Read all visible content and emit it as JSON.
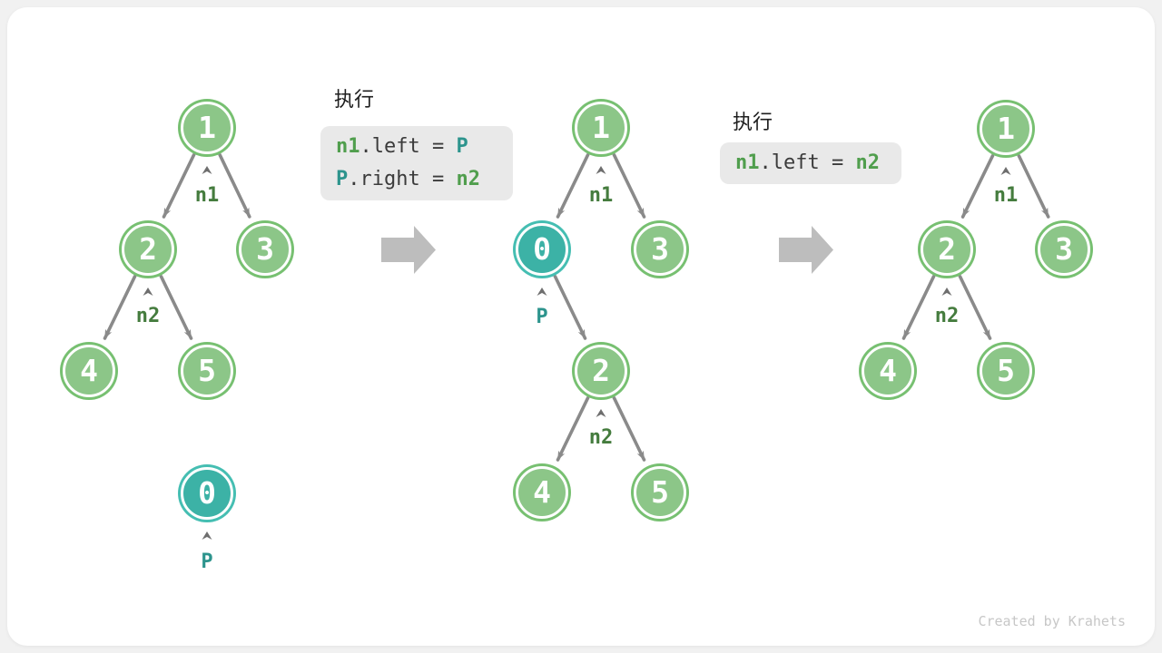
{
  "footer": {
    "credit": "Created by Krahets"
  },
  "colors": {
    "node_green_fill": "#8cc688",
    "node_green_ring": "#77c071",
    "node_teal_fill": "#3cb2a6",
    "node_teal_ring": "#45beb2",
    "edge_gray": "#8a8a8a",
    "caret_gray": "#6e6e6e",
    "label_green": "#457c3e",
    "label_teal": "#2d948d",
    "code_green": "#509e4d",
    "code_teal": "#2d948d",
    "code_background": "#e9e9e9",
    "transition_arrow": "#bdbdbd"
  },
  "code_blocks": [
    {
      "title": "执行",
      "lines": [
        {
          "tokens": [
            {
              "text": "n1"
            },
            {
              "text": ".left = "
            },
            {
              "text": "P"
            }
          ]
        },
        {
          "tokens": [
            {
              "text": "P"
            },
            {
              "text": ".right = "
            },
            {
              "text": "n2"
            }
          ]
        }
      ]
    },
    {
      "title": "执行",
      "lines": [
        {
          "tokens": [
            {
              "text": "n1"
            },
            {
              "text": ".left = "
            },
            {
              "text": "n2"
            }
          ]
        }
      ]
    }
  ],
  "trees": [
    {
      "name": "before-insertion",
      "nodes": [
        {
          "value": "1"
        },
        {
          "value": "2"
        },
        {
          "value": "3"
        },
        {
          "value": "4"
        },
        {
          "value": "5"
        },
        {
          "value": "0"
        }
      ],
      "pointers": [
        {
          "label": "n1"
        },
        {
          "label": "n2"
        },
        {
          "label": "P"
        }
      ]
    },
    {
      "name": "after-insertion",
      "nodes": [
        {
          "value": "1"
        },
        {
          "value": "0"
        },
        {
          "value": "3"
        },
        {
          "value": "2"
        },
        {
          "value": "4"
        },
        {
          "value": "5"
        }
      ],
      "pointers": [
        {
          "label": "n1"
        },
        {
          "label": "P"
        },
        {
          "label": "n2"
        }
      ]
    },
    {
      "name": "after-removal",
      "nodes": [
        {
          "value": "1"
        },
        {
          "value": "2"
        },
        {
          "value": "3"
        },
        {
          "value": "4"
        },
        {
          "value": "5"
        }
      ],
      "pointers": [
        {
          "label": "n1"
        },
        {
          "label": "n2"
        }
      ]
    }
  ]
}
